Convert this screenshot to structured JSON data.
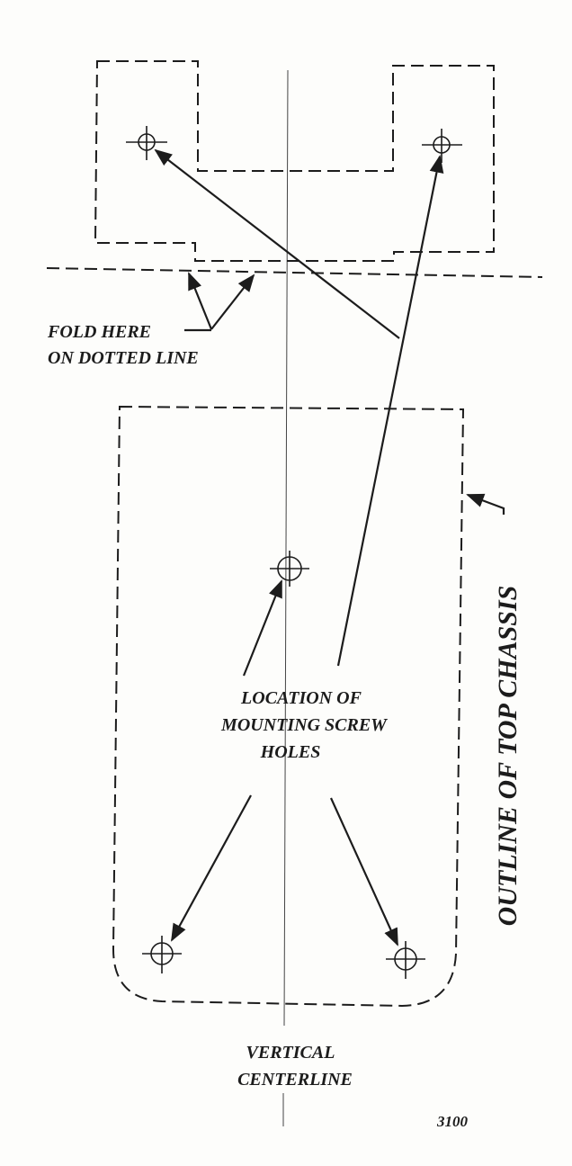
{
  "labels": {
    "fold_line1": "FOLD HERE",
    "fold_line2": "ON DOTTED LINE",
    "mount_line1": "LOCATION OF",
    "mount_line2": "MOUNTING SCREW",
    "mount_line3": "HOLES",
    "outline": "OUTLINE OF TOP CHASSIS",
    "center_line1": "VERTICAL",
    "center_line2": "CENTERLINE",
    "figure_number": "3100"
  },
  "colors": {
    "ink": "#1c1c1c",
    "paper": "#fdfdfb"
  }
}
